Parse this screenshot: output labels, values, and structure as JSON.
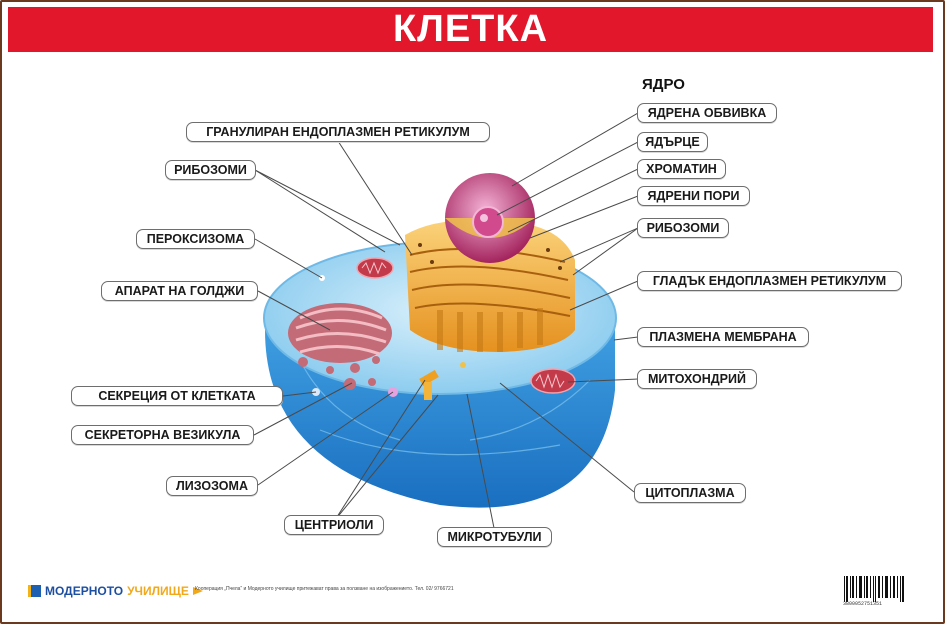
{
  "title": "КЛЕТКА",
  "nucleus_group": "ЯДРО",
  "labels": {
    "nuclear_envelope": "ЯДРЕНА ОБВИВКА",
    "nucleolus": "ЯДЪРЦЕ",
    "chromatin": "ХРОМАТИН",
    "nuclear_pores": "ЯДРЕНИ ПОРИ",
    "ribosomes_right": "РИБОЗОМИ",
    "smooth_er": "ГЛАДЪК ЕНДОПЛАЗМЕН РЕТИКУЛУМ",
    "plasma_membrane": "ПЛАЗМЕНА МЕМБРАНА",
    "mitochondrion": "МИТОХОНДРИЙ",
    "cytoplasm": "ЦИТОПЛАЗМА",
    "microtubules": "МИКРОТУБУЛИ",
    "centrioles": "ЦЕНТРИОЛИ",
    "lysosome": "ЛИЗОЗОМА",
    "secretory_vesicle": "СЕКРЕТОРНА ВЕЗИКУЛА",
    "secretion": "СЕКРЕЦИЯ ОТ КЛЕТКАТА",
    "golgi": "АПАРАТ НА ГОЛДЖИ",
    "peroxisome": "ПЕРОКСИЗОМА",
    "ribosomes_left": "РИБОЗОМИ",
    "rough_er": "ГРАНУЛИРАН ЕНДОПЛАЗМЕН РЕТИКУЛУМ"
  },
  "footer": {
    "logo_part1": "МОДЕРНОТО",
    "logo_part2": "УЧИЛИЩЕ",
    "copyright": "Кооперация „Пчела“ и Модерното училище притежават права за ползване на изображението. Тел. 02/ 9766721",
    "barcode_number": "3800052751351"
  },
  "colors": {
    "title_bar": "#e3172b",
    "cell_blue": "#2e8fd6",
    "label_border": "#6e6e6e",
    "frame": "#6b3a1e"
  }
}
